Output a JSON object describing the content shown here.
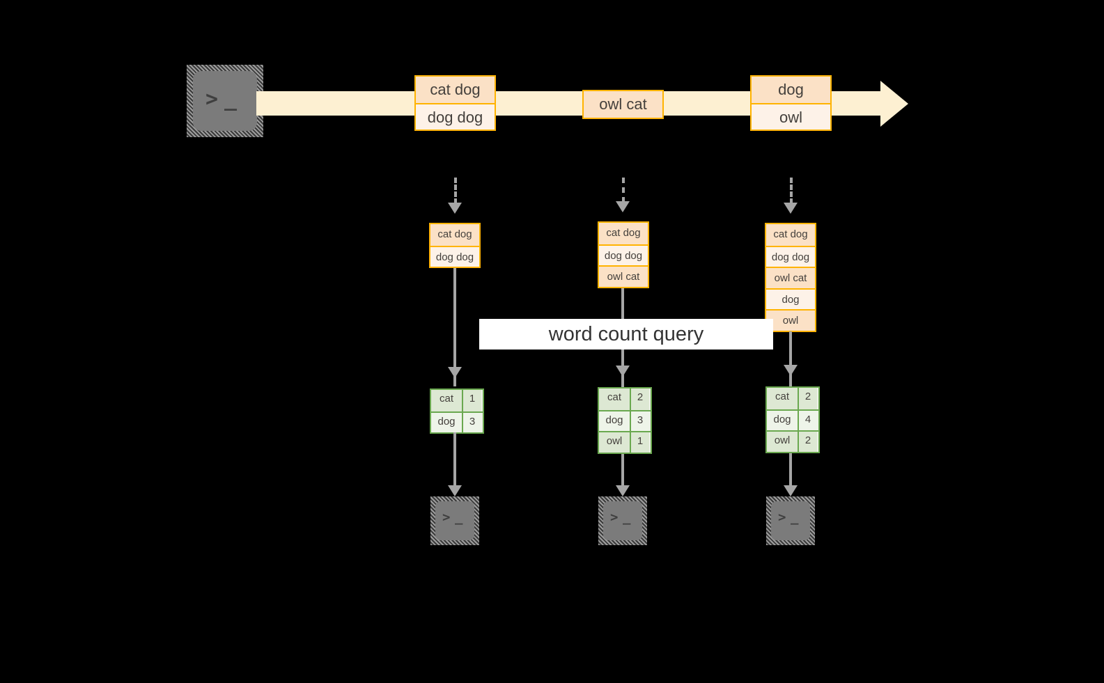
{
  "diagram": {
    "title_label": "word count query",
    "colors": {
      "record_border": "#ffb300",
      "record_fill_dark": "#fbe1c6",
      "record_fill_light": "#fdf2e8",
      "stream_arrow": "#fdf0d2",
      "count_border": "#6aa84f",
      "count_fill_dark": "#dde8d3",
      "count_fill_light": "#eef4e9",
      "connector": "#a6a6a6",
      "terminal_fill": "#7b7b7b",
      "background": "#000000"
    },
    "source": {
      "icon": "terminal-icon",
      "prompt": ">",
      "cursor": "_"
    },
    "stream": {
      "groups": [
        {
          "name": "stream-group-1",
          "records": [
            {
              "text": "cat dog",
              "shade": "shade-a"
            },
            {
              "text": "dog dog",
              "shade": "shade-b"
            }
          ]
        },
        {
          "name": "stream-group-2",
          "records": [
            {
              "text": "owl cat",
              "shade": "shade-a"
            }
          ]
        },
        {
          "name": "stream-group-3",
          "records": [
            {
              "text": "dog",
              "shade": "shade-a"
            },
            {
              "text": "owl",
              "shade": "shade-b"
            }
          ]
        }
      ]
    },
    "snapshots": [
      {
        "name": "snapshot-1",
        "records": [
          {
            "text": "cat dog",
            "shade": "shade-a"
          },
          {
            "text": "dog dog",
            "shade": "shade-b"
          }
        ],
        "counts": [
          {
            "word": "cat",
            "count": "1",
            "shade": "shade-a"
          },
          {
            "word": "dog",
            "count": "3",
            "shade": "shade-b"
          }
        ]
      },
      {
        "name": "snapshot-2",
        "records": [
          {
            "text": "cat dog",
            "shade": "shade-a"
          },
          {
            "text": "dog dog",
            "shade": "shade-b"
          },
          {
            "text": "owl cat",
            "shade": "shade-a"
          }
        ],
        "counts": [
          {
            "word": "cat",
            "count": "2",
            "shade": "shade-a"
          },
          {
            "word": "dog",
            "count": "3",
            "shade": "shade-b"
          },
          {
            "word": "owl",
            "count": "1",
            "shade": "shade-a"
          }
        ]
      },
      {
        "name": "snapshot-3",
        "records": [
          {
            "text": "cat dog",
            "shade": "shade-a"
          },
          {
            "text": "dog dog",
            "shade": "shade-b"
          },
          {
            "text": "owl cat",
            "shade": "shade-a"
          },
          {
            "text": "dog",
            "shade": "shade-b"
          },
          {
            "text": "owl",
            "shade": "shade-a"
          }
        ],
        "counts": [
          {
            "word": "cat",
            "count": "2",
            "shade": "shade-a"
          },
          {
            "word": "dog",
            "count": "4",
            "shade": "shade-b"
          },
          {
            "word": "owl",
            "count": "2",
            "shade": "shade-a"
          }
        ]
      }
    ],
    "sinks": [
      {
        "name": "sink-terminal-1",
        "prompt": ">",
        "cursor": "_"
      },
      {
        "name": "sink-terminal-2",
        "prompt": ">",
        "cursor": "_"
      },
      {
        "name": "sink-terminal-3",
        "prompt": ">",
        "cursor": "_"
      }
    ]
  }
}
